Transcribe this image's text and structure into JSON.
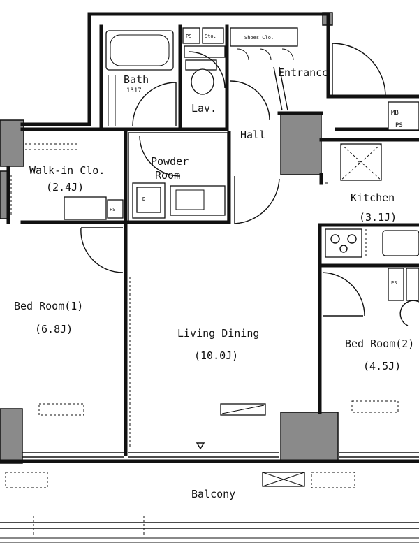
{
  "rooms": {
    "bath": {
      "name": "Bath",
      "size": "1317"
    },
    "lav": "Lav.",
    "entrance": "Entrance",
    "hall": "Hall",
    "walk_in": {
      "name": "Walk-in Clo.",
      "area": "(2.4J)"
    },
    "powder": {
      "line1": "Powder",
      "line2": "Room"
    },
    "kitchen": {
      "name": "Kitchen",
      "area": "(3.1J)"
    },
    "bed1": {
      "name": "Bed Room(1)",
      "area": "(6.8J)"
    },
    "living": {
      "name": "Living Dining",
      "area": "(10.0J)"
    },
    "bed2": {
      "name": "Bed Room(2)",
      "area": "(4.5J)"
    },
    "balcony": "Balcony"
  },
  "tags": {
    "ps_top": "PS",
    "sto": "Sto.",
    "shoes": "Shoes Clo.",
    "mb": "MB",
    "ps_mb": "PS",
    "ps_walkin": "PS",
    "ps_bed2": "PS",
    "dryer": "D",
    "refrigerator": "R"
  },
  "colors": {
    "line": "#111111",
    "column": "#8a8a8a",
    "background": "#ffffff"
  }
}
